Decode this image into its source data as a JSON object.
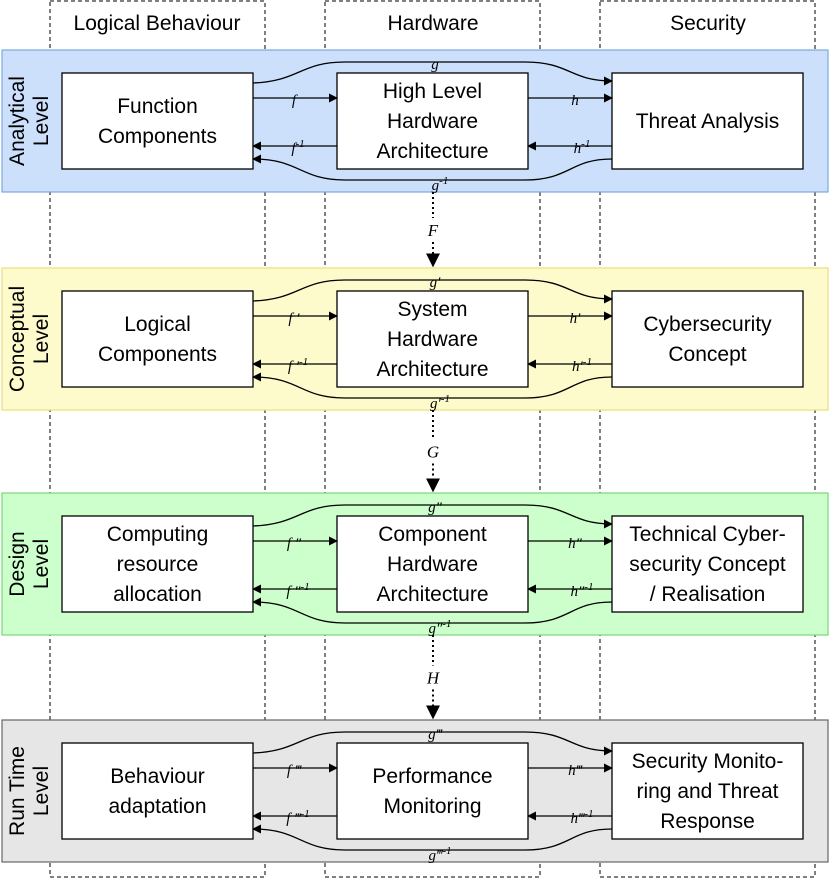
{
  "columns": {
    "logical": "Logical Behaviour",
    "hardware": "Hardware",
    "security": "Security"
  },
  "colors": {
    "analytical": "#cce0fb",
    "analytical_border": "#7ea6e0",
    "conceptual": "#fdfacc",
    "conceptual_border": "#e8e07a",
    "design": "#ccffcc",
    "design_border": "#7bd67b",
    "runtime": "#e6e6e6",
    "runtime_border": "#666666"
  },
  "levels": [
    {
      "id": "analytical",
      "label": [
        "Analytical",
        "Level"
      ],
      "logical": [
        "Function",
        "Components"
      ],
      "hardware": [
        "High Level",
        "Hardware",
        "Architecture"
      ],
      "security": [
        "Threat Analysis"
      ],
      "g": "g",
      "g_inv": "g-1",
      "f": "f",
      "f_inv": "f-1",
      "h": "h",
      "h_inv": "h-1"
    },
    {
      "id": "conceptual",
      "label": [
        "Conceptual",
        "Level"
      ],
      "logical": [
        "Logical",
        "Components"
      ],
      "hardware": [
        "System",
        "Hardware",
        "Architecture"
      ],
      "security": [
        "Cybersecurity",
        "Concept"
      ],
      "g": "g′",
      "g_inv": "g′-1",
      "f": "f ′",
      "f_inv": "f ′-1",
      "h": "h′",
      "h_inv": "h′-1"
    },
    {
      "id": "design",
      "label": [
        "Design",
        "Level"
      ],
      "logical": [
        "Computing",
        "resource",
        "allocation"
      ],
      "hardware": [
        "Component",
        "Hardware",
        "Architecture"
      ],
      "security": [
        "Technical Cyber-",
        "security Concept",
        "/ Realisation"
      ],
      "g": "g″",
      "g_inv": "g″-1",
      "f": "f ″",
      "f_inv": "f ″-1",
      "h": "h″",
      "h_inv": "h″-1"
    },
    {
      "id": "runtime",
      "label": [
        "Run Time",
        "Level"
      ],
      "logical": [
        "Behaviour",
        "adaptation"
      ],
      "hardware": [
        "Performance",
        "Monitoring"
      ],
      "security": [
        "Security Monito-",
        "ring and Threat",
        "Response"
      ],
      "g": "g‴",
      "g_inv": "g‴-1",
      "f": "f ‴",
      "f_inv": "f ‴-1",
      "h": "h‴",
      "h_inv": "h‴-1"
    }
  ],
  "transitions": [
    "F",
    "G",
    "H"
  ]
}
